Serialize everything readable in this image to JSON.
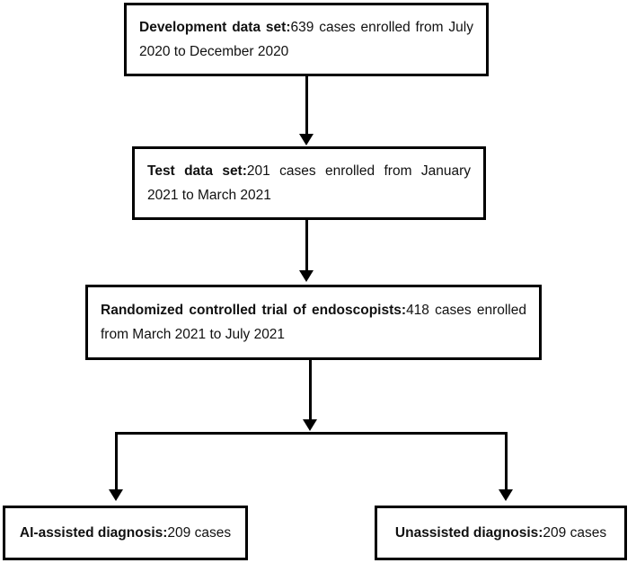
{
  "diagram": {
    "type": "flowchart",
    "title": "Study enrollment flow diagram",
    "orientation": "top-to-bottom",
    "colors": {
      "background": "#ffffff",
      "border": "#000000",
      "text": "#111111"
    },
    "nodes": [
      {
        "id": "development",
        "label": "Development data set:",
        "body": "639 cases enrolled from July 2020 to December 2020",
        "full_text": "Development data set:639 cases enrolled from July 2020 to December 2020",
        "cases": 639,
        "period": "July 2020 to December 2020"
      },
      {
        "id": "test",
        "label": "Test data set:",
        "body": "201 cases enrolled from January 2021 to March 2021",
        "full_text": "Test data set:201 cases enrolled from January 2021 to March 2021",
        "cases": 201,
        "period": "January 2021 to March 2021"
      },
      {
        "id": "rct",
        "label": "Randomized controlled trial of endoscopists:",
        "body": "418 cases enrolled from March 2021 to July 2021",
        "full_text": "Randomized controlled trial of endoscopists:418 cases enrolled from March 2021 to July 2021",
        "cases": 418,
        "period": "March 2021 to July 2021"
      },
      {
        "id": "ai-assisted",
        "label": "AI-assisted diagnosis:",
        "body": "209 cases",
        "full_text": "AI-assisted diagnosis:209 cases",
        "cases": 209
      },
      {
        "id": "unassisted",
        "label": "Unassisted diagnosis:",
        "body": "209 cases",
        "full_text": "Unassisted diagnosis:209 cases",
        "cases": 209
      }
    ],
    "connectors": [
      {
        "id": "c1",
        "from": "development",
        "to": "test",
        "style": "arrow-down"
      },
      {
        "id": "c2",
        "from": "test",
        "to": "rct",
        "style": "arrow-down"
      },
      {
        "id": "c3",
        "from": "rct",
        "to": "split",
        "style": "arrow-down"
      },
      {
        "id": "c4",
        "from": "split",
        "to": "ai-assisted",
        "style": "arrow-down"
      },
      {
        "id": "c5",
        "from": "split",
        "to": "unassisted",
        "style": "arrow-down"
      }
    ]
  }
}
